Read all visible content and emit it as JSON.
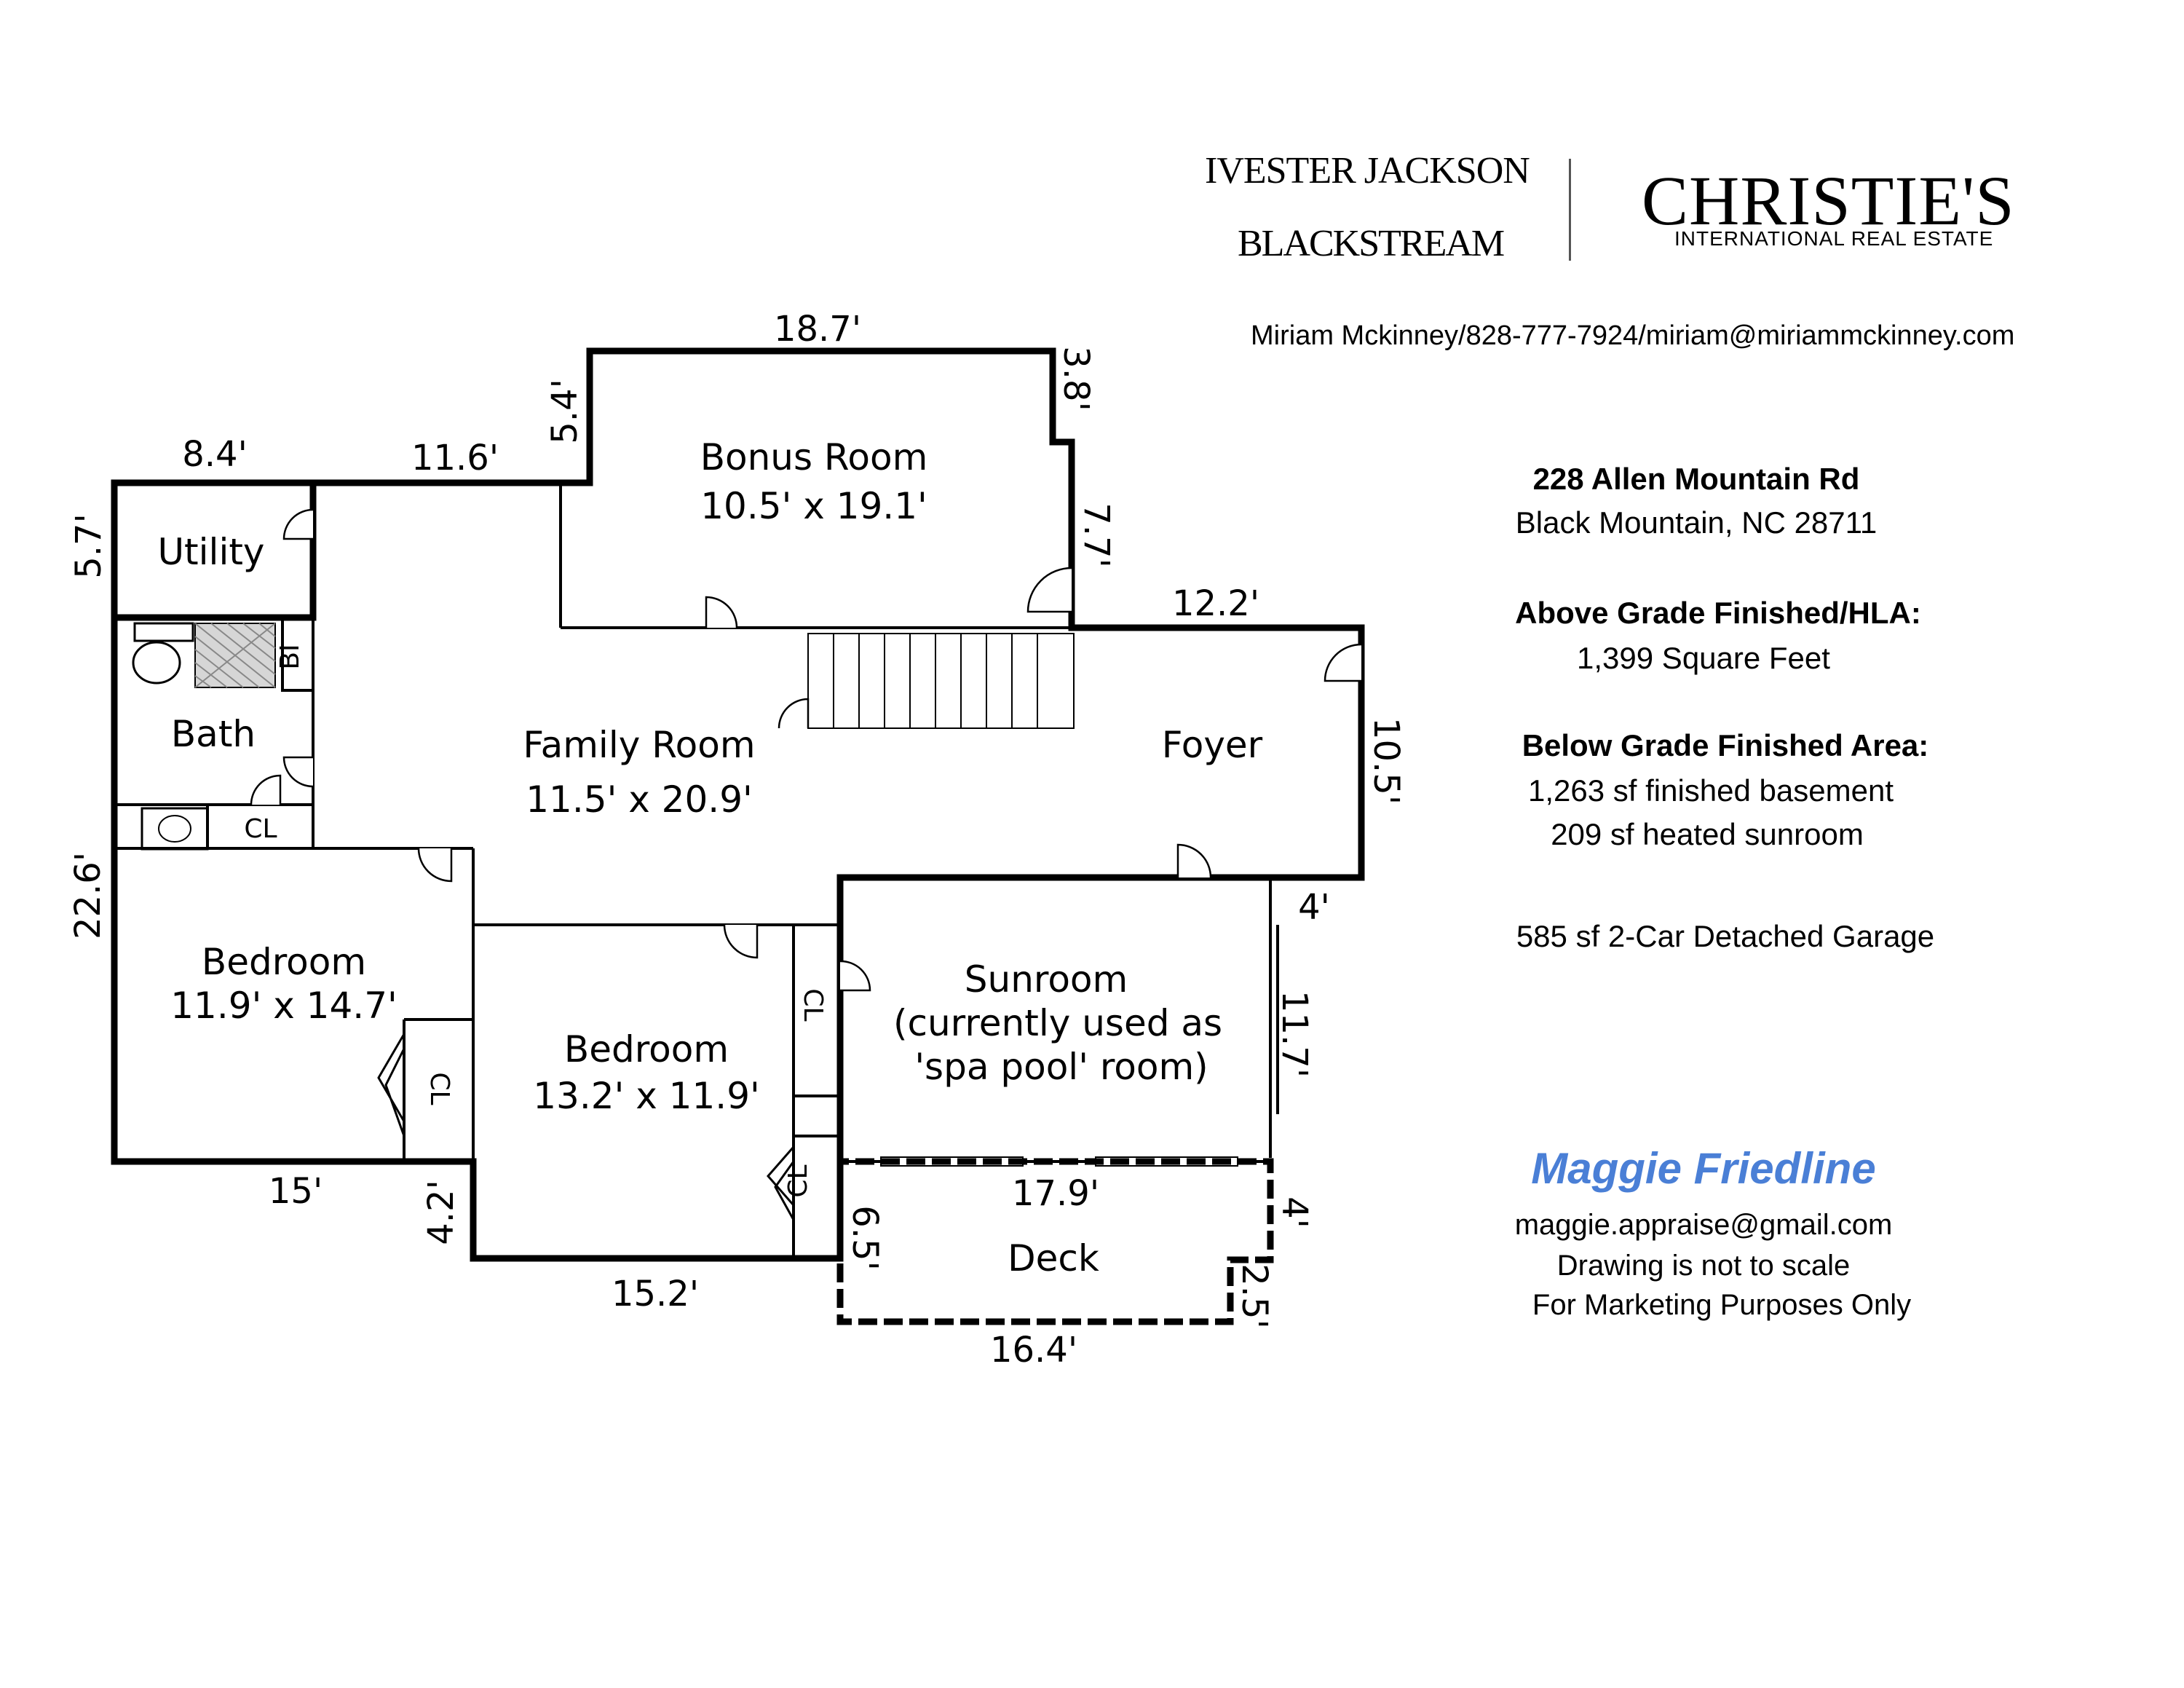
{
  "brand": {
    "logo1_line1": "IVESTER JACKSON",
    "logo1_line2": "BLACKSTREAM",
    "logo2_main": "CHRISTIE'S",
    "logo2_sub": "INTERNATIONAL REAL ESTATE"
  },
  "contact": "Miriam Mckinney/828-777-7924/miriam@miriammckinney.com",
  "address": {
    "line1": "228 Allen Mountain Rd",
    "line2": "Black Mountain, NC 28711"
  },
  "above_grade": {
    "heading": "Above Grade Finished/HLA:",
    "value": "1,399 Square Feet"
  },
  "below_grade": {
    "heading": "Below Grade Finished Area:",
    "line1": "1,263 sf finished basement",
    "line2": "209 sf heated sunroom"
  },
  "garage": "585 sf 2-Car Detached Garage",
  "appraiser": {
    "name": "Maggie Friedline",
    "email": "maggie.appraise@gmail.com",
    "note1": "Drawing is not to scale",
    "note2": "For Marketing Purposes Only"
  },
  "rooms": {
    "bonus": {
      "name": "Bonus Room",
      "size": "10.5' x 19.1'"
    },
    "utility": {
      "name": "Utility"
    },
    "bath": {
      "name": "Bath"
    },
    "family": {
      "name": "Family Room",
      "size": "11.5' x 20.9'"
    },
    "foyer": {
      "name": "Foyer"
    },
    "bed1": {
      "name": "Bedroom",
      "size": "11.9' x 14.7'"
    },
    "bed2": {
      "name": "Bedroom",
      "size": "13.2' x 11.9'"
    },
    "sunroom": {
      "name": "Sunroom",
      "line2": "(currently used as",
      "line3": "'spa pool' room)"
    },
    "deck": {
      "name": "Deck"
    },
    "closet": "CL",
    "built_in": "BI"
  },
  "dimensions": {
    "top_18_7": "18.7'",
    "right_3_8": "3.8'",
    "left_5_4": "5.4'",
    "top_8_4": "8.4'",
    "top_11_6": "11.6'",
    "left_5_7": "5.7'",
    "right_7_7": "7.7'",
    "top_12_2": "12.2'",
    "right_10_5": "10.5'",
    "left_22_6": "22.6'",
    "sun_4": "4'",
    "right_11_7": "11.7'",
    "bottom_15": "15'",
    "left_4_2": "4.2'",
    "bottom_15_2": "15.2'",
    "deck_17_9": "17.9'",
    "deck_6_5": "6.5'",
    "deck_4": "4'",
    "deck_2_5": "2.5'",
    "deck_16_4": "16.4'"
  }
}
